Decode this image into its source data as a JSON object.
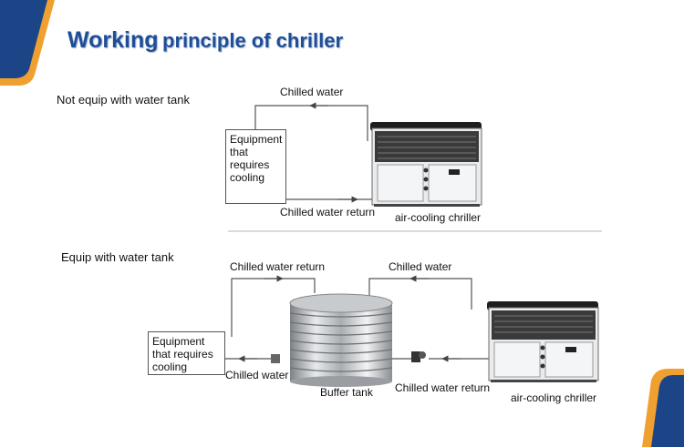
{
  "title": {
    "part1": "Working",
    "part2": "principle of chriller"
  },
  "section_no_tank": {
    "heading": "Not equip with water tank",
    "chilled_water": "Chilled water",
    "equipment": "Equipment that requires cooling",
    "return": "Chilled water return",
    "chiller": "air-cooling chriller"
  },
  "section_tank": {
    "heading": "Equip with water tank",
    "return_top": "Chilled water return",
    "chilled_top": "Chilled water",
    "equipment": "Equipment that requires cooling",
    "chilled_bottom": "Chilled water",
    "buffer_tank": "Buffer tank",
    "return_bottom": "Chilled water return",
    "chiller": "air-cooling chriller"
  },
  "colors": {
    "title": "#1f4e96",
    "corner_blue": "#1c4587",
    "corner_orange": "#f0a030",
    "line": "#555555"
  }
}
